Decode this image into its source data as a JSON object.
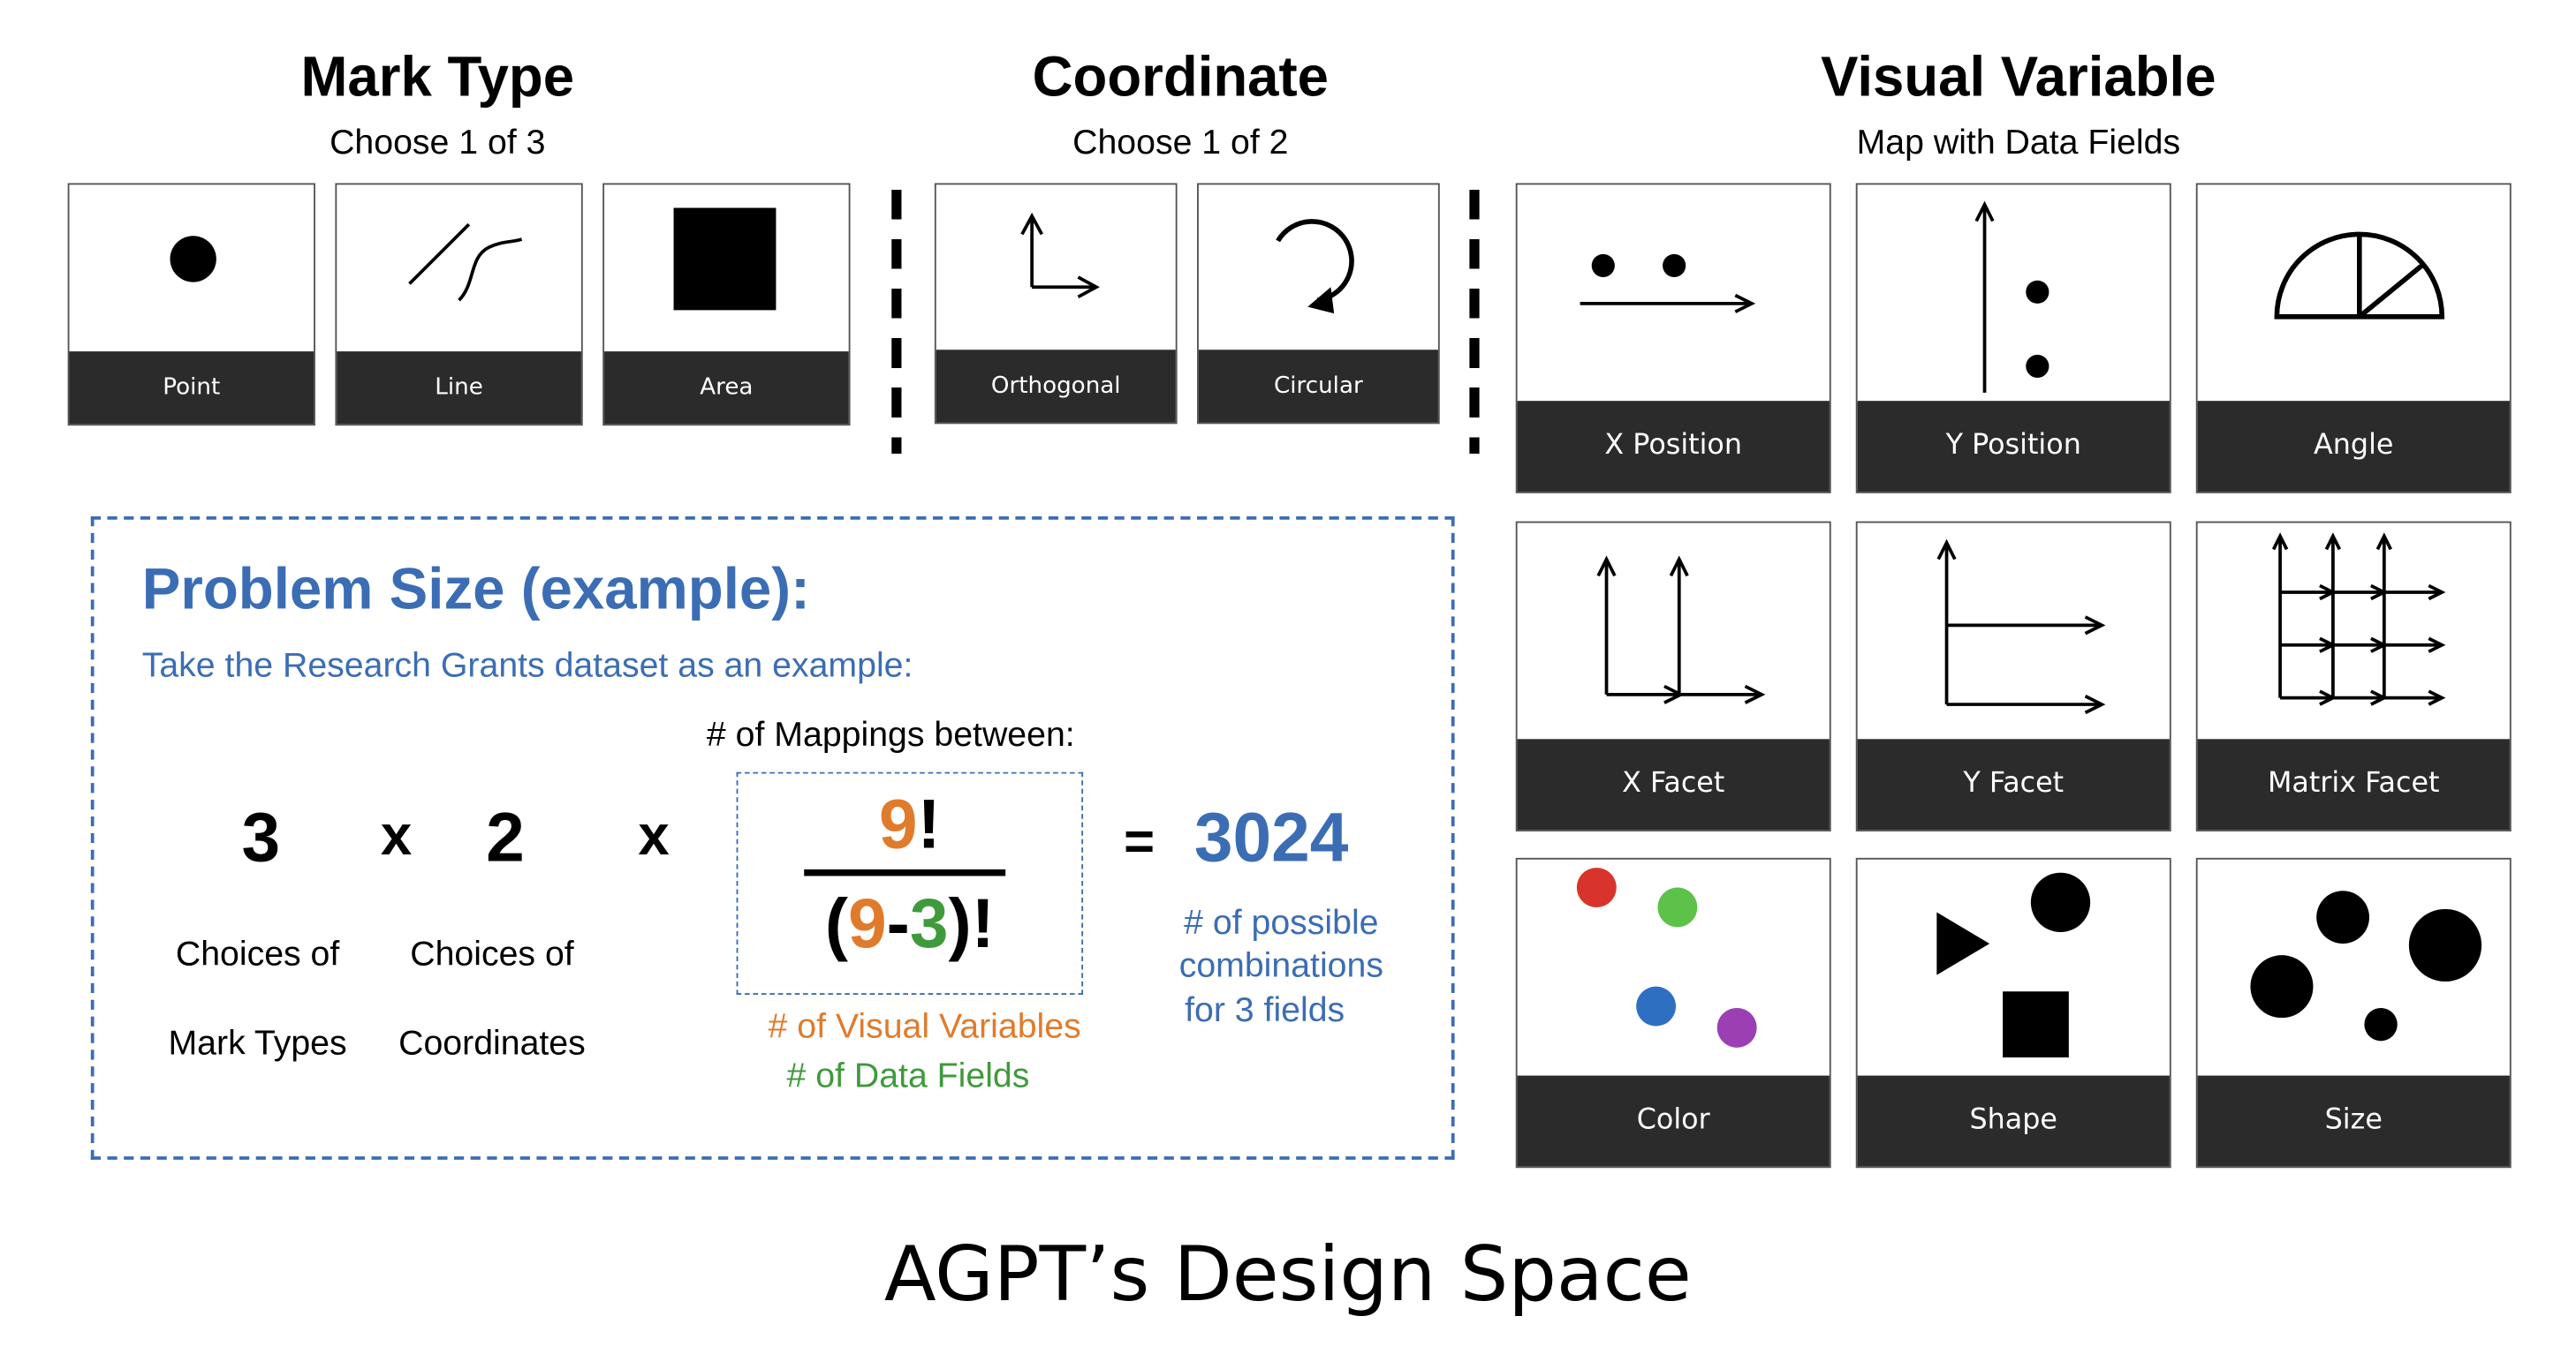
{
  "sections": {
    "mark_type": {
      "title": "Mark Type",
      "subtitle": "Choose 1 of 3"
    },
    "coordinate": {
      "title": "Coordinate",
      "subtitle": "Choose 1 of 2"
    },
    "visual_variable": {
      "title": "Visual Variable",
      "subtitle": "Map with Data Fields"
    }
  },
  "marks": [
    {
      "label": "Point",
      "icon": "point-icon"
    },
    {
      "label": "Line",
      "icon": "line-icon"
    },
    {
      "label": "Area",
      "icon": "area-icon"
    }
  ],
  "coordinates": [
    {
      "label": "Orthogonal",
      "icon": "orthogonal-axes-icon"
    },
    {
      "label": "Circular",
      "icon": "circular-arrow-icon"
    }
  ],
  "visual_variables": [
    {
      "label": "X Position",
      "icon": "x-position-icon"
    },
    {
      "label": "Y Position",
      "icon": "y-position-icon"
    },
    {
      "label": "Angle",
      "icon": "angle-icon"
    },
    {
      "label": "X Facet",
      "icon": "x-facet-icon"
    },
    {
      "label": "Y Facet",
      "icon": "y-facet-icon"
    },
    {
      "label": "Matrix Facet",
      "icon": "matrix-facet-icon"
    },
    {
      "label": "Color",
      "icon": "color-dots-icon"
    },
    {
      "label": "Shape",
      "icon": "shape-icon"
    },
    {
      "label": "Size",
      "icon": "size-icon"
    }
  ],
  "colors": {
    "red": "#d9342b",
    "green": "#5cc24a",
    "blue": "#2f6fc1",
    "purple": "#9b3fb3",
    "accent_blue": "#3b6db4",
    "orange": "#e07b2c",
    "dark_green": "#3f9a3b"
  },
  "problem": {
    "title": "Problem Size (example):",
    "subtitle": "Take the Research Grants dataset as an example:",
    "mappings_label": "# of Mappings between:",
    "mark_count": "3",
    "times1": "x",
    "coord_count": "2",
    "times2": "x",
    "mark_caption_1": "Choices of",
    "mark_caption_2": "Mark Types",
    "coord_caption_1": "Choices of",
    "coord_caption_2": "Coordinates",
    "num_9": "9",
    "num_bang": "!",
    "den_open": "(",
    "den_9": "9",
    "den_dash": "-",
    "den_3": "3",
    "den_close": ")!",
    "equals": "=",
    "result": "3024",
    "result_caption_1": "# of possible",
    "result_caption_2": "combinations",
    "result_caption_3": "for 3 fields",
    "vv_legend": "# of Visual Variables",
    "df_legend": "# of Data Fields"
  },
  "caption": "AGPT’s Design Space"
}
